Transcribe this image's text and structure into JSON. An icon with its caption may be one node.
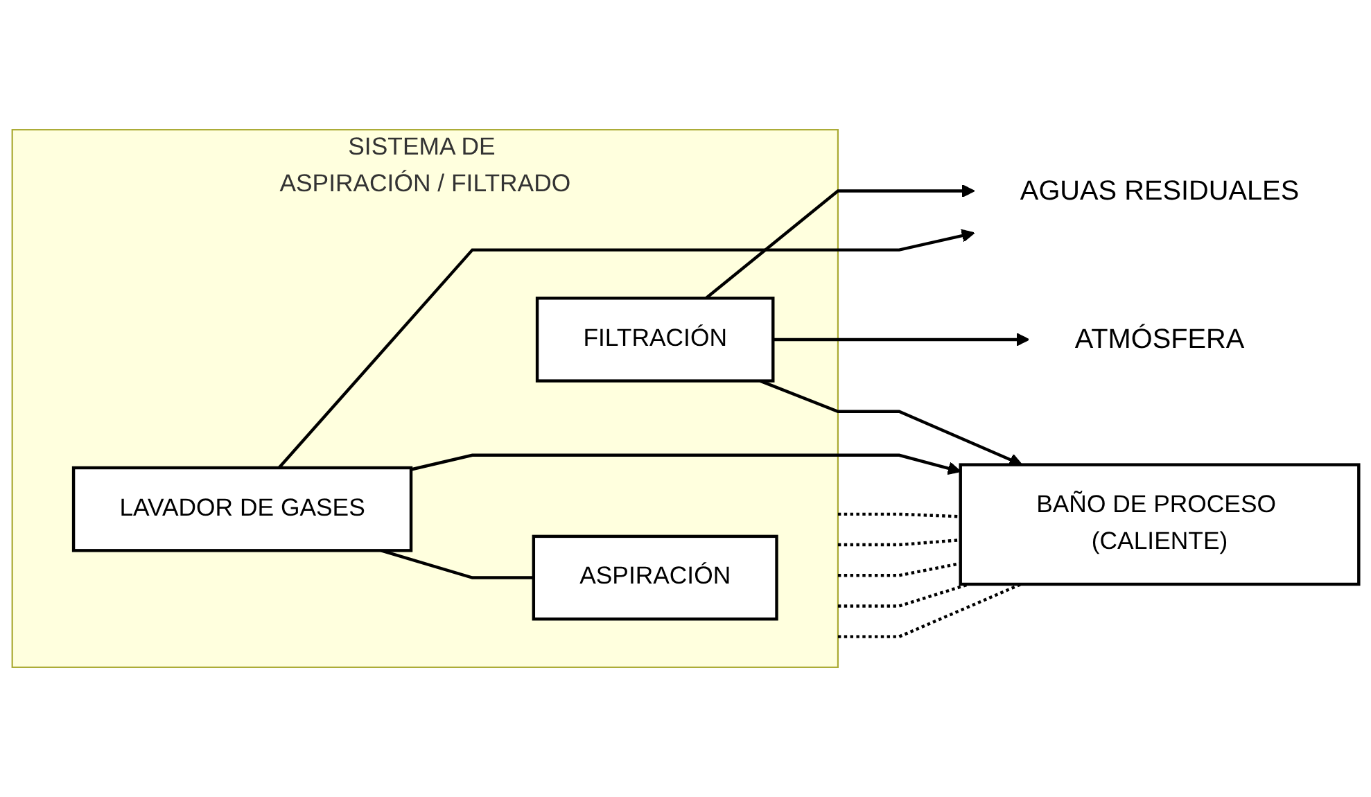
{
  "diagram": {
    "nodes": [
      {
        "text": [
          "SISTEMA DE ASPIRACIÓN / FILTRADO"
        ]
      },
      {
        "text": [
          "LAVADOR DE GASES"
        ],
        "in": 0
      },
      {
        "text": [
          "FILTRACIÓN"
        ],
        "in": 0
      },
      {
        "text": [
          "ASPIRACIÓN"
        ],
        "in": 0
      },
      {
        "text": [
          "ATMÓSFERA"
        ]
      },
      {
        "text": [
          "BAÑO DE PROCESO (CALIENTE)"
        ]
      },
      {
        "text": [
          "AGUAS RESIDUALES"
        ]
      }
    ],
    "edges": [
      {
        "from": 1,
        "to": 3,
        "arrow": "none"
      },
      {
        "from": 2,
        "to": 4,
        "arrow": "to"
      },
      {
        "from": 2,
        "to": 5,
        "arrow": "to"
      },
      {
        "from": 2,
        "to": 6,
        "arrow": "to"
      },
      {
        "from": 1,
        "to": 5,
        "arrow": "to"
      },
      {
        "from": 1,
        "to": 6,
        "arrow": "to"
      },
      {
        "from": 0,
        "to": 5,
        "arrow": "none",
        "style": "dashed"
      },
      {
        "from": 0,
        "to": 5,
        "arrow": "none",
        "style": "dashed"
      },
      {
        "from": 0,
        "to": 5,
        "arrow": "none",
        "style": "dashed"
      },
      {
        "from": 0,
        "to": 5,
        "arrow": "none",
        "style": "dashed"
      },
      {
        "from": 0,
        "to": 5,
        "arrow": "none",
        "style": "dashed"
      }
    ]
  }
}
